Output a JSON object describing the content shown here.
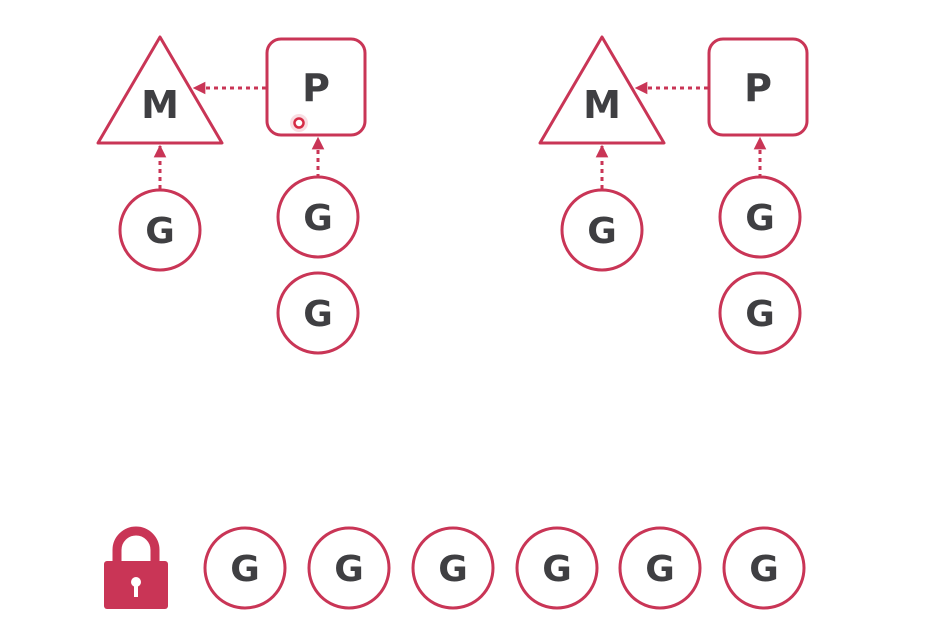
{
  "colors": {
    "accent": "#c93556",
    "label": "#3f3f42",
    "background": "#ffffff"
  },
  "nodes": {
    "m": "M",
    "p": "P",
    "g": "G"
  },
  "icons": {
    "lock": "lock-icon",
    "cursor": "cursor-dot-icon"
  }
}
